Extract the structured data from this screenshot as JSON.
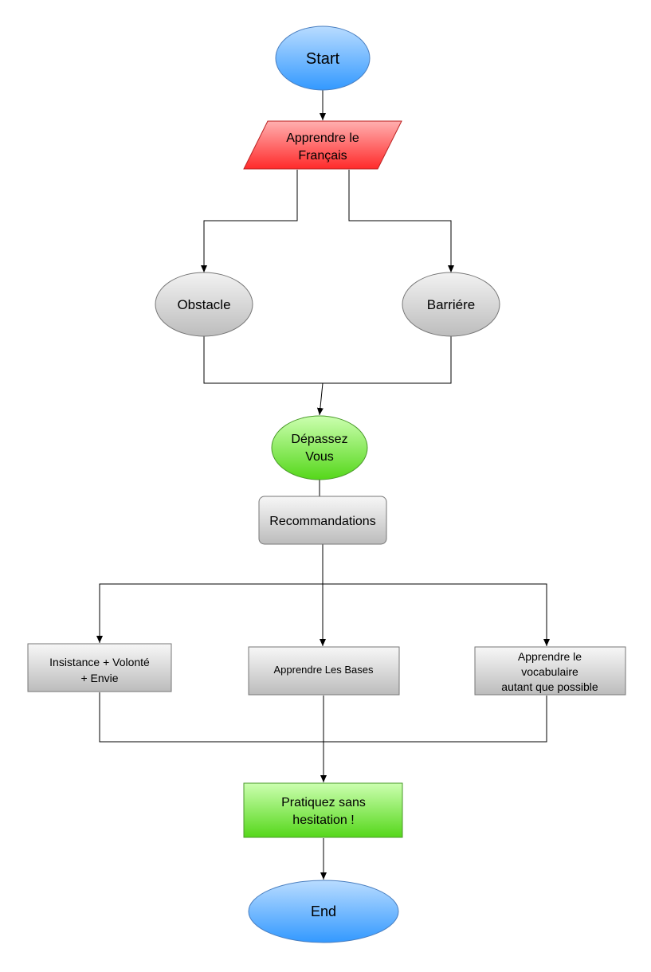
{
  "diagram": {
    "nodes": {
      "start": {
        "label": "Start",
        "shape": "ellipse",
        "fill": [
          "#b9dcff",
          "#3399ff"
        ]
      },
      "learn_french": {
        "line1": "Apprendre le",
        "line2": "Français",
        "shape": "parallelogram",
        "fill": [
          "#ffb0b0",
          "#ff2a2a"
        ]
      },
      "obstacle": {
        "label": "Obstacle",
        "shape": "ellipse",
        "fill": [
          "#f2f2f2",
          "#bdbdbd"
        ]
      },
      "barrier": {
        "label": "Barriére",
        "shape": "ellipse",
        "fill": [
          "#f2f2f2",
          "#bdbdbd"
        ]
      },
      "overcome": {
        "line1": "Dépassez",
        "line2": "Vous",
        "shape": "ellipse",
        "fill": [
          "#ccffb0",
          "#55d71a"
        ]
      },
      "recommendations": {
        "label": "Recommandations",
        "shape": "rounded-rect",
        "fill": [
          "#f7f7f7",
          "#bcbcbc"
        ]
      },
      "insistence": {
        "line1": "Insistance + Volonté",
        "line2": "+ Envie",
        "shape": "rect",
        "fill": [
          "#f7f7f7",
          "#bcbcbc"
        ]
      },
      "basics": {
        "label": "Apprendre Les Bases",
        "shape": "rect",
        "fill": [
          "#f7f7f7",
          "#bcbcbc"
        ]
      },
      "vocabulary": {
        "line1": "Apprendre le",
        "line2": "vocabulaire",
        "line3": "autant que possible",
        "shape": "rect",
        "fill": [
          "#f7f7f7",
          "#bcbcbc"
        ]
      },
      "practice": {
        "line1": "Pratiquez sans",
        "line2": "hesitation !",
        "shape": "rect",
        "fill": [
          "#ccffb0",
          "#55d71a"
        ]
      },
      "end": {
        "label": "End",
        "shape": "ellipse",
        "fill": [
          "#b9dcff",
          "#3399ff"
        ]
      }
    },
    "stroke_color": "#000000"
  }
}
